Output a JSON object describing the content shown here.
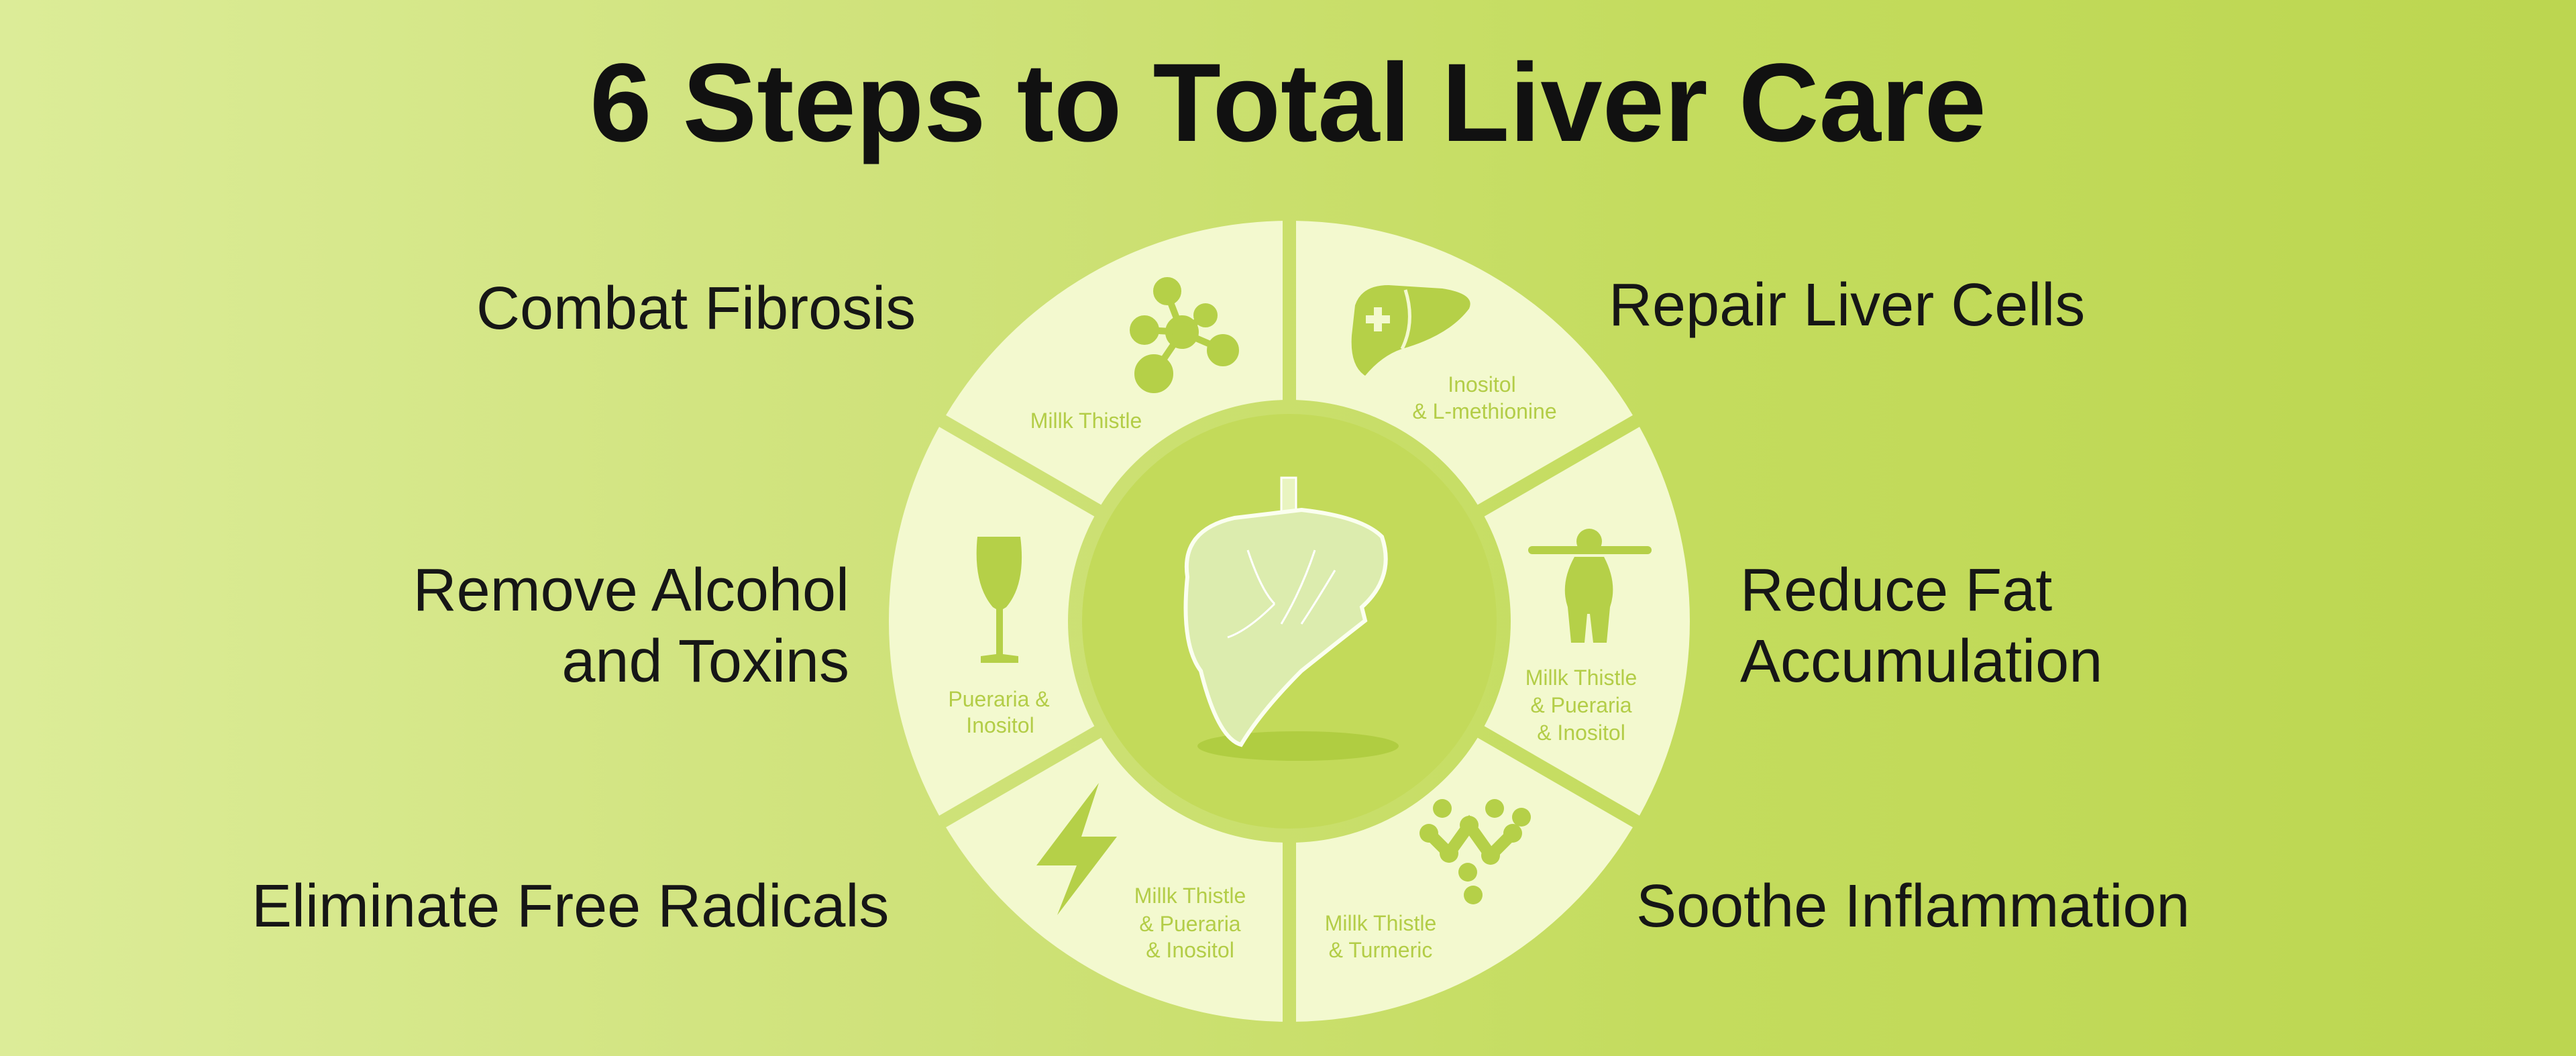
{
  "title": "6 Steps to Total Liver Care",
  "colors": {
    "segment": "#f3f9cf",
    "accent": "#b5d048",
    "inner": "#c3da5a",
    "text": "#161616"
  },
  "steps": [
    {
      "label": [
        "Combat Fibrosis"
      ],
      "ingredients": [
        "Millk Thistle"
      ],
      "icon": "molecule-icon"
    },
    {
      "label": [
        "Repair Liver Cells"
      ],
      "ingredients": [
        "Inositol",
        "& L-methionine"
      ],
      "icon": "liver-plus-icon"
    },
    {
      "label": [
        "Reduce Fat",
        "Accumulation"
      ],
      "ingredients": [
        "Millk Thistle",
        "& Pueraria",
        "& Inositol"
      ],
      "icon": "person-icon"
    },
    {
      "label": [
        "Soothe Inflammation"
      ],
      "ingredients": [
        "Millk Thistle",
        "& Turmeric"
      ],
      "icon": "dots-network-icon"
    },
    {
      "label": [
        "Eliminate Free Radicals"
      ],
      "ingredients": [
        "Millk Thistle",
        "& Pueraria",
        "& Inositol"
      ],
      "icon": "lightning-icon"
    },
    {
      "label": [
        "Remove Alcohol",
        "and Toxins"
      ],
      "ingredients": [
        "Pueraria &",
        "Inositol"
      ],
      "icon": "wine-glass-icon"
    }
  ]
}
